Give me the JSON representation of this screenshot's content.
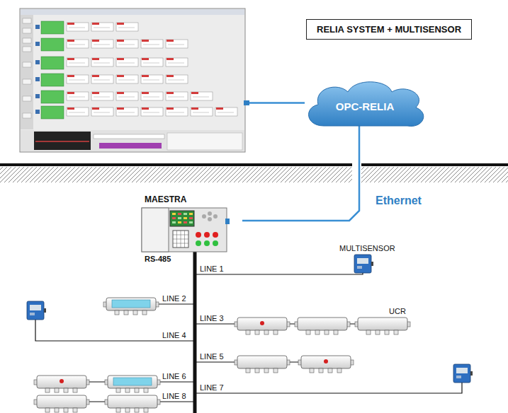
{
  "diagram": {
    "title": "RELIA SYSTEM + MULTISENSOR",
    "nodes": [
      {
        "text": [
          "OPC-RELIA"
        ]
      },
      {
        "text": [
          "MAESTRA"
        ]
      }
    ],
    "edges": [
      {
        "from": 0,
        "to": 1,
        "label": "Ethernet",
        "arrow": "none"
      }
    ],
    "labels": [
      "RS-485",
      "MULTISENSOR",
      "LINE 1",
      "LINE 2",
      "LINE 3",
      "UCR",
      "LINE 4",
      "LINE 5",
      "LINE 6",
      "LINE 7",
      "LINE 8"
    ]
  }
}
